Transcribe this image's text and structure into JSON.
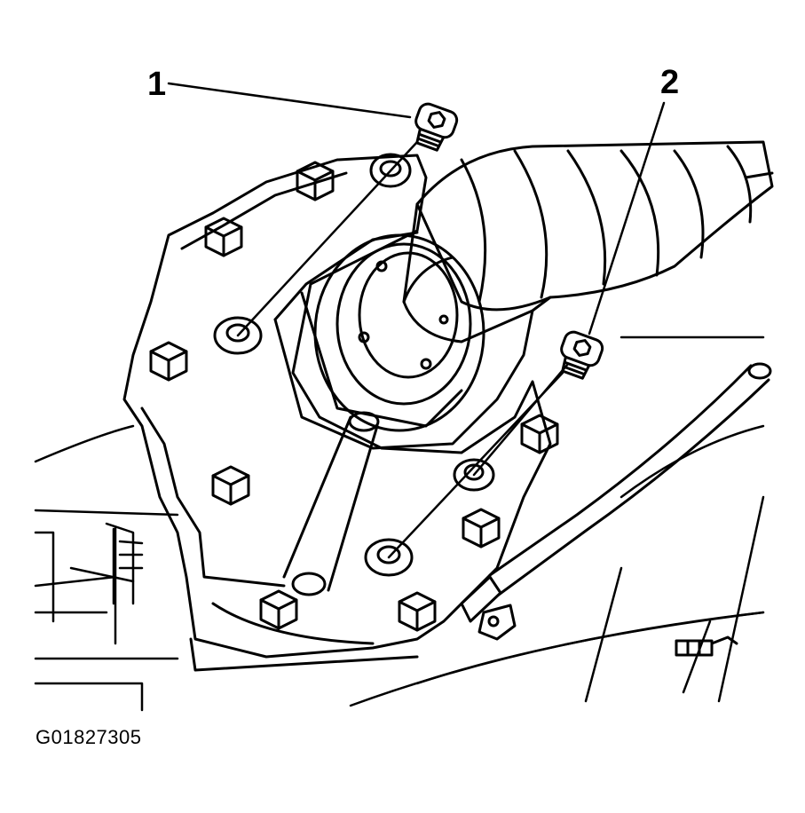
{
  "callouts": [
    {
      "label": "1"
    },
    {
      "label": "2"
    }
  ],
  "figure_id": "G01827305"
}
